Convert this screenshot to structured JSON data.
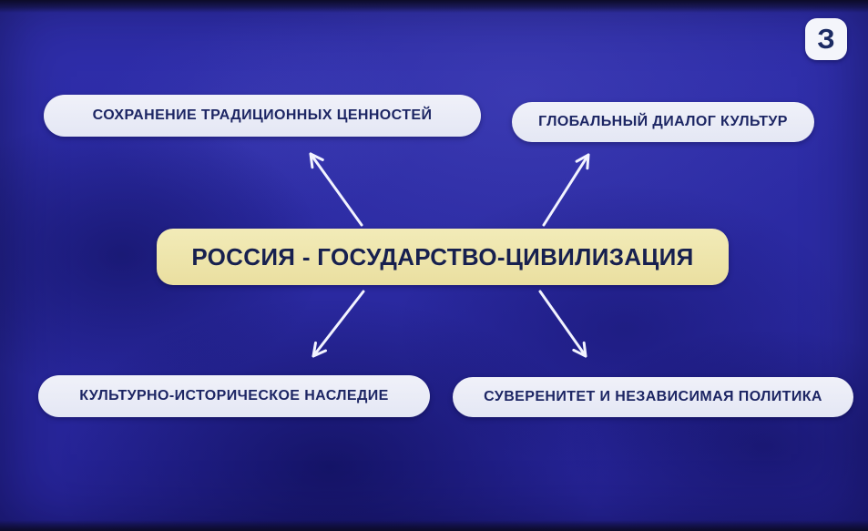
{
  "diagram": {
    "center": {
      "id": "center",
      "label": "РОССИЯ - ГОСУДАРСТВО-ЦИВИЛИЗАЦИЯ"
    },
    "nodes": [
      {
        "id": "top-left",
        "label": "СОХРАНЕНИЕ ТРАДИЦИОННЫХ ЦЕННОСТЕЙ"
      },
      {
        "id": "top-right",
        "label": "ГЛОБАЛЬНЫЙ ДИАЛОГ КУЛЬТУР"
      },
      {
        "id": "bottom-left",
        "label": "КУЛЬТУРНО-ИСТОРИЧЕСКОЕ НАСЛЕДИЕ"
      },
      {
        "id": "bottom-right",
        "label": "СУВЕРЕНИТЕТ И НЕЗАВИСИМАЯ ПОЛИТИКА"
      }
    ],
    "edges": [
      {
        "from": "center",
        "to": "top-left"
      },
      {
        "from": "center",
        "to": "top-right"
      },
      {
        "from": "center",
        "to": "bottom-left"
      },
      {
        "from": "center",
        "to": "bottom-right"
      }
    ],
    "logo": {
      "glyph": "З"
    },
    "colors": {
      "background": "#2a29a0",
      "background_dark": "#1d1b7a",
      "center_fill": "#eee6ac",
      "node_fill": "#e9ebf6",
      "text": "#1d2664",
      "arrow": "#f2f3ff",
      "logo_bg": "#f4f5fb",
      "logo_glyph": "#1b2a63"
    }
  }
}
